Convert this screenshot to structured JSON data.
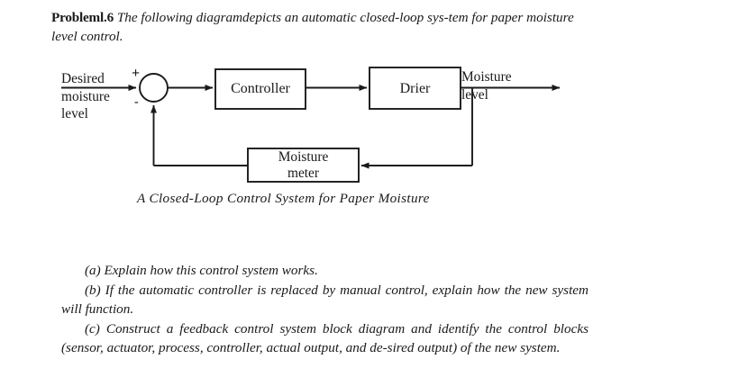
{
  "document": {
    "problem_label": "Probleml.6",
    "problem_statement": "The following diagramdepicts an automatic  closed-loop sys-tem for paper moisture level control.",
    "caption": "A Closed-Loop Control System for Paper Moisture"
  },
  "diagram": {
    "type": "block-diagram",
    "input_label_lines": [
      "Desired",
      "moisture",
      "level"
    ],
    "output_label_lines": [
      "Moisture",
      "level"
    ],
    "summing_junction": {
      "plus": "+",
      "minus": "-"
    },
    "blocks": [
      {
        "id": "controller",
        "label": "Controller"
      },
      {
        "id": "drier",
        "label": "Drier"
      },
      {
        "id": "moisture-meter",
        "label_lines": [
          "Moisture",
          "meter"
        ]
      }
    ],
    "colors": {
      "line": "#1a1a1a",
      "text": "#1a1a1a",
      "background": "#ffffff"
    }
  },
  "questions": [
    {
      "marker": "(a)",
      "text": "Explain how this control system works."
    },
    {
      "marker": "(b)",
      "text": "If the automatic controller is replaced by manual control, explain how the new system will function."
    },
    {
      "marker": "(c)",
      "text": "Construct a feedback control system block diagram and identify the control blocks (sensor, actuator, process, controller, actual output, and de-sired output) of the new system."
    }
  ]
}
